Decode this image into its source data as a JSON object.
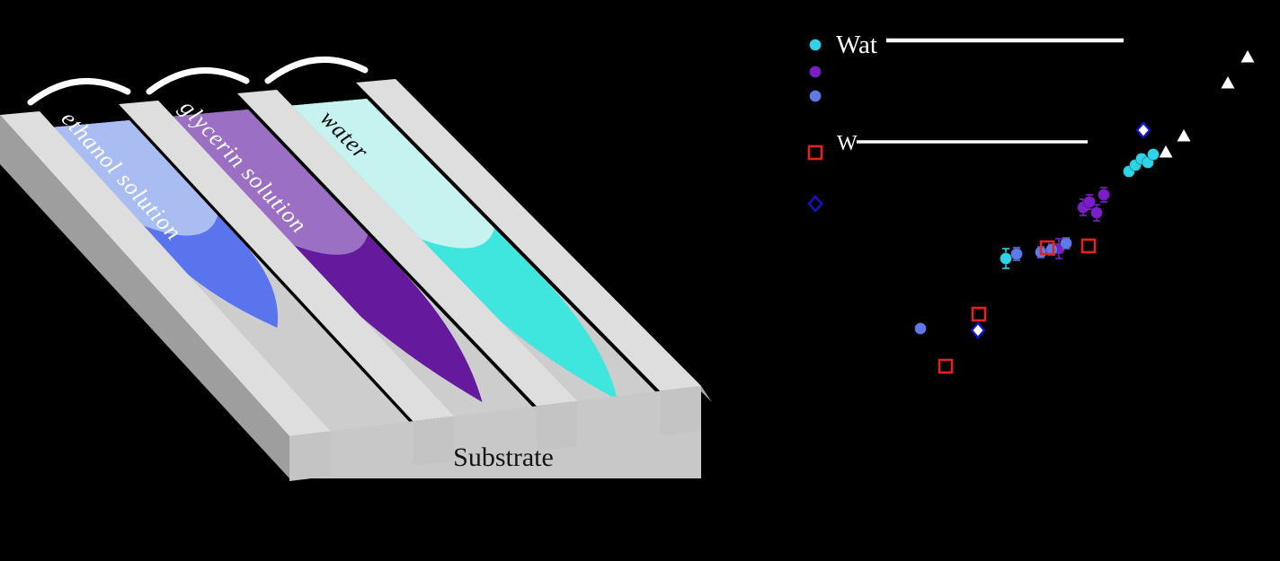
{
  "background": "#000000",
  "illustration": {
    "groove_labels": [
      {
        "text": "ethanol solution",
        "color": "#ffffff"
      },
      {
        "text": "glycerin solution",
        "color": "#ffffff"
      },
      {
        "text": "water",
        "color": "#0d0d0d"
      }
    ],
    "substrate_label": "Substrate",
    "colors": {
      "slab_side": "#9e9e9e",
      "slab_front": "#c8c8c8",
      "ridge_top": "#dedede",
      "ridge_side": "#a8a8a8",
      "ridge_front": "#c4c4c4",
      "groove_floor": "#cdcdcd",
      "meniscus_arc": "#ffffff",
      "liquids": [
        {
          "back": "#a9bdf2",
          "front": "#5a74ee"
        },
        {
          "back": "#9b6fc4",
          "front": "#65199c"
        },
        {
          "back": "#c6f2ef",
          "front": "#3fe6de"
        }
      ]
    }
  },
  "chart_data": {
    "type": "scatter",
    "note": "Axes, tick labels, panel labels and most legend text of the plot are rendered black-on-black and are not visible in the screenshot. Coordinates below are approximate pixel positions in the 1424x625 image.",
    "units": "px",
    "visible_texts": [
      {
        "text": "Wat",
        "color": "#ffffff"
      },
      {
        "text": "W",
        "color": "#ffffff"
      }
    ],
    "rules": [
      {
        "x1": 986,
        "y1": 45,
        "x2": 1250,
        "y2": 45,
        "width": 4.5,
        "color": "#ffffff"
      },
      {
        "x1": 953,
        "y1": 158,
        "x2": 1210,
        "y2": 158,
        "width": 3.5,
        "color": "#ffffff"
      }
    ],
    "legend_markers": [
      {
        "marker": "circle",
        "color": "#2ed5e9",
        "x": 907,
        "y": 50
      },
      {
        "marker": "circle",
        "color": "#7a1fc7",
        "x": 907,
        "y": 80
      },
      {
        "marker": "circle",
        "color": "#5f7ae8",
        "x": 907,
        "y": 107
      },
      {
        "marker": "square-open",
        "color": "#e32222",
        "x": 907,
        "y": 170
      },
      {
        "marker": "diamond-open",
        "color": "#1414cf",
        "fill": "none",
        "x": 907,
        "y": 227
      }
    ],
    "series": [
      {
        "name": "cyan-circles",
        "marker": "circle",
        "color": "#2ed5e9",
        "points": [
          [
            1119,
            288,
            11
          ],
          [
            1256,
            191,
            5
          ],
          [
            1263,
            184,
            5
          ],
          [
            1270,
            177,
            5
          ],
          [
            1277,
            181,
            4
          ],
          [
            1283,
            172,
            4
          ]
        ]
      },
      {
        "name": "purple-circles",
        "marker": "circle",
        "color": "#7a1fc7",
        "points": [
          [
            1178,
            277,
            11
          ],
          [
            1205,
            231,
            9
          ],
          [
            1212,
            225,
            8
          ],
          [
            1220,
            237,
            9
          ],
          [
            1228,
            217,
            8
          ]
        ]
      },
      {
        "name": "blue-circles",
        "marker": "circle",
        "color": "#5f7ae8",
        "points": [
          [
            1024,
            366,
            0
          ],
          [
            1131,
            283,
            7
          ],
          [
            1158,
            281,
            6
          ],
          [
            1170,
            278,
            6
          ],
          [
            1186,
            271,
            6
          ]
        ]
      },
      {
        "name": "red-open-squares",
        "marker": "square-open",
        "color": "#e32222",
        "points": [
          [
            1052,
            408
          ],
          [
            1089,
            350
          ],
          [
            1165,
            276
          ],
          [
            1211,
            274
          ]
        ]
      },
      {
        "name": "blue-open-diamonds",
        "marker": "diamond-open",
        "color": "#1414cf",
        "fill": "#ffffff",
        "points": [
          [
            1088,
            368
          ],
          [
            1272,
            145
          ]
        ]
      },
      {
        "name": "white-triangles",
        "marker": "triangle",
        "color": "#ffffff",
        "points": [
          [
            1297,
            170
          ],
          [
            1317,
            152
          ],
          [
            1366,
            93
          ],
          [
            1388,
            64
          ]
        ]
      }
    ]
  }
}
